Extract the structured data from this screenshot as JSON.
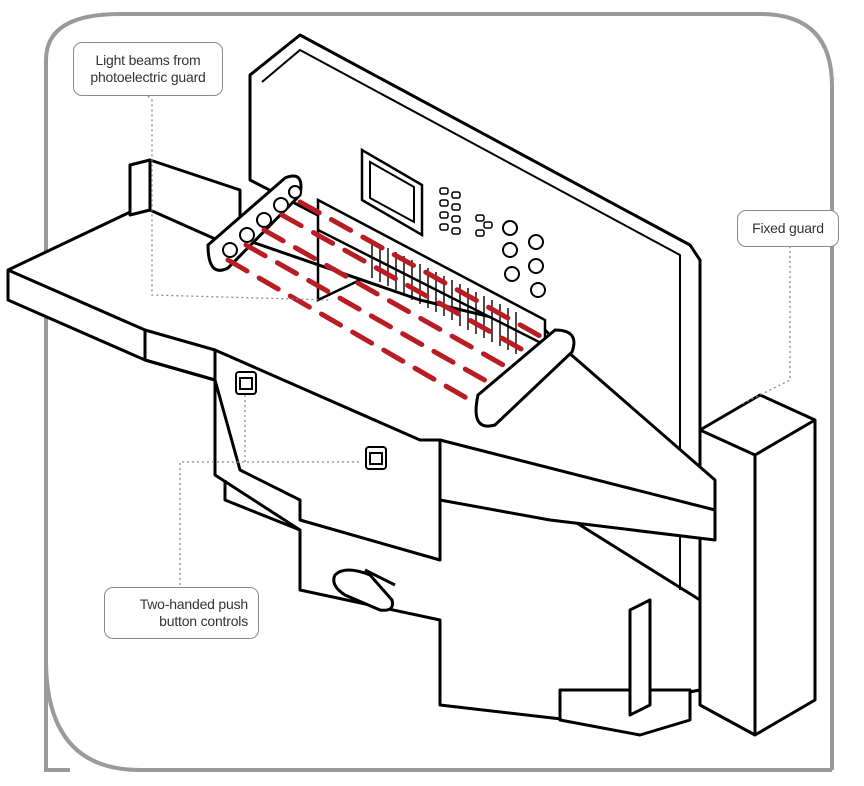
{
  "diagram": {
    "callouts": {
      "light_beams": [
        "Light beams from",
        "photoelectric guard"
      ],
      "fixed_guard": "Fixed guard",
      "two_handed": [
        "Two-handed push",
        "button controls"
      ]
    },
    "colors": {
      "outline": "#000000",
      "frame": "#999999",
      "beam": "#b91c22",
      "leader": "#8a8a8a"
    }
  }
}
